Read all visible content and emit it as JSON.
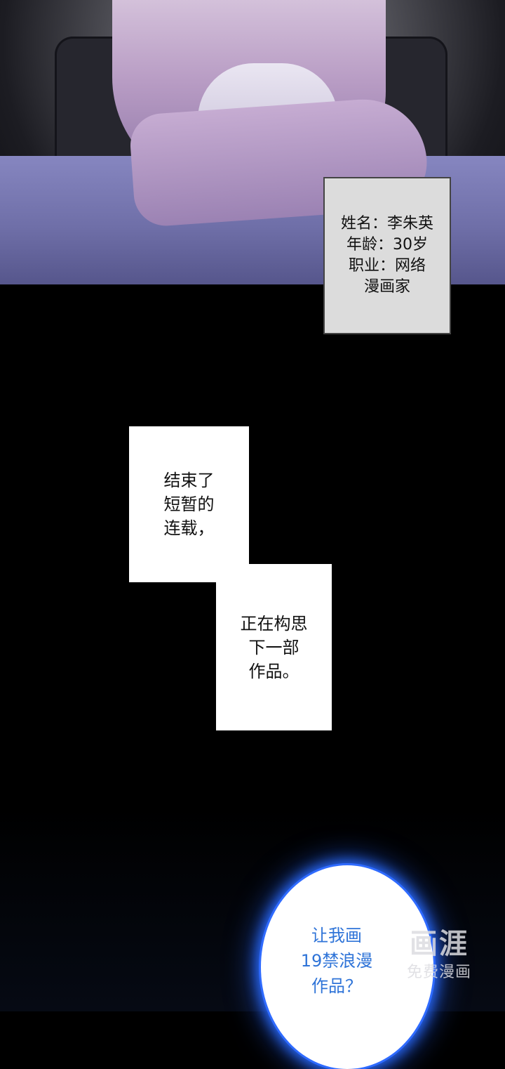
{
  "info_box": {
    "lines": [
      "姓名：李朱英",
      "年龄：30岁",
      "职业：网络",
      "漫画家"
    ]
  },
  "caption_1": {
    "lines": [
      "结束了",
      "短暂的",
      "连载，"
    ]
  },
  "caption_2": {
    "lines": [
      "正在构思",
      "下一部",
      "作品。"
    ]
  },
  "speech_bubble": {
    "lines": [
      "让我画",
      "19禁浪漫",
      "作品？"
    ]
  },
  "watermark": {
    "title": "画涯",
    "subtitle": "免费漫画"
  },
  "colors": {
    "bubble_glow": "#2a6cff",
    "bubble_text": "#2f74d8",
    "desk": "#7474b0"
  }
}
